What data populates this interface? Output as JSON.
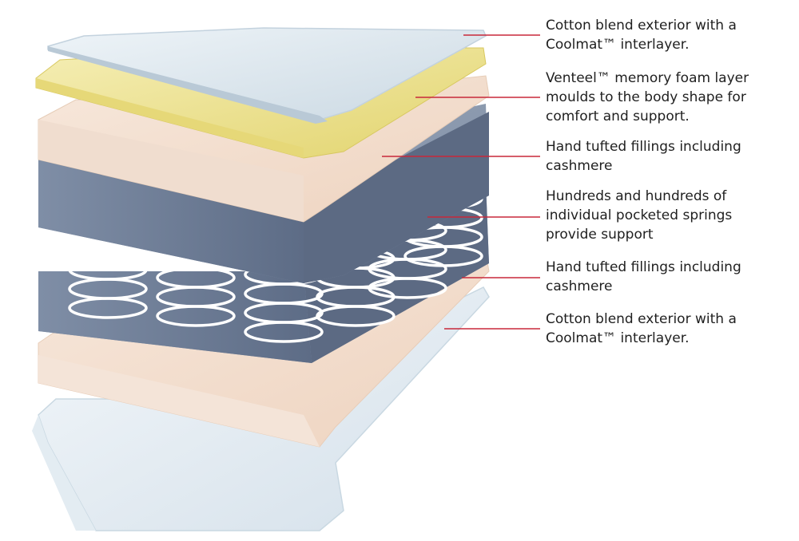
{
  "colors": {
    "cover": "#d8e4ec",
    "memory_foam": "#efe39a",
    "tufted_filling": "#f3dccb",
    "spring_casing": "#6f7f99",
    "springs": "#ffffff",
    "callout_line": "#c8283a"
  },
  "callouts": [
    {
      "layer": "top-cover",
      "lines": [
        "Cotton blend exterior with a",
        "Coolmat™ interlayer."
      ]
    },
    {
      "layer": "memory-foam",
      "lines": [
        "Venteel™ memory foam layer",
        "moulds to the body shape for",
        "comfort and support."
      ]
    },
    {
      "layer": "top-filling",
      "lines": [
        "Hand tufted fillings including",
        "cashmere"
      ]
    },
    {
      "layer": "pocket-springs",
      "lines": [
        "Hundreds and hundreds of",
        "individual pocketed springs",
        "provide support"
      ]
    },
    {
      "layer": "bottom-filling",
      "lines": [
        "Hand tufted fillings including",
        "cashmere"
      ]
    },
    {
      "layer": "bottom-cover",
      "lines": [
        "Cotton blend exterior with a",
        "Coolmat™ interlayer."
      ]
    }
  ]
}
